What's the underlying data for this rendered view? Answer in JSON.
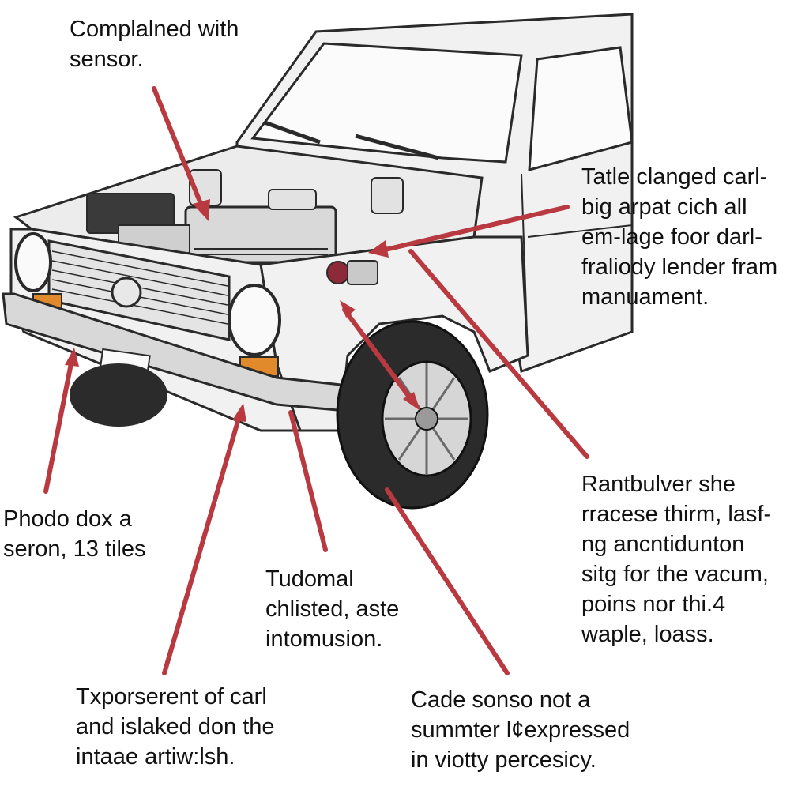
{
  "callouts": {
    "top_left": {
      "lines": [
        "Complalned with",
        "sensor."
      ]
    },
    "top_right": {
      "lines": [
        "Tatle clanged carl-",
        "big arpat cich all",
        "em-lage foor darl-",
        "fraliody lender fram",
        "manuament."
      ]
    },
    "mid_left": {
      "lines": [
        "Phodo dox a",
        "seron, 13 tiles"
      ]
    },
    "mid_center": {
      "lines": [
        "Tudomal",
        "chlisted, aste",
        "intomusion."
      ]
    },
    "mid_right": {
      "lines": [
        "Rantbulver she",
        "rracese thirm, lasf-",
        "ng ancntidunton",
        "sitg for the vacum,",
        "poins nor thi.4",
        "waple, loass."
      ]
    },
    "bottom_left": {
      "lines": [
        "Txporserent of carl",
        "and islaked don the",
        "intaae artiw:lsh."
      ]
    },
    "bottom_center": {
      "lines": [
        "Cade sonso not a",
        "summter l¢expressed",
        "in viotty percesicy."
      ]
    }
  },
  "colors": {
    "arrow": "#b83a40",
    "ink": "#2a2a2a",
    "body_fill": "#f1f1f1",
    "glass_fill": "#fbfbfb",
    "engine_fill": "#d9d9d9",
    "tire_fill": "#2b2b2b",
    "indicator": "#e08a2c",
    "sensor": "#8c2a3a"
  },
  "icons": [
    "car-illustration",
    "engine-icon",
    "wheel-icon",
    "sensor-icon"
  ]
}
